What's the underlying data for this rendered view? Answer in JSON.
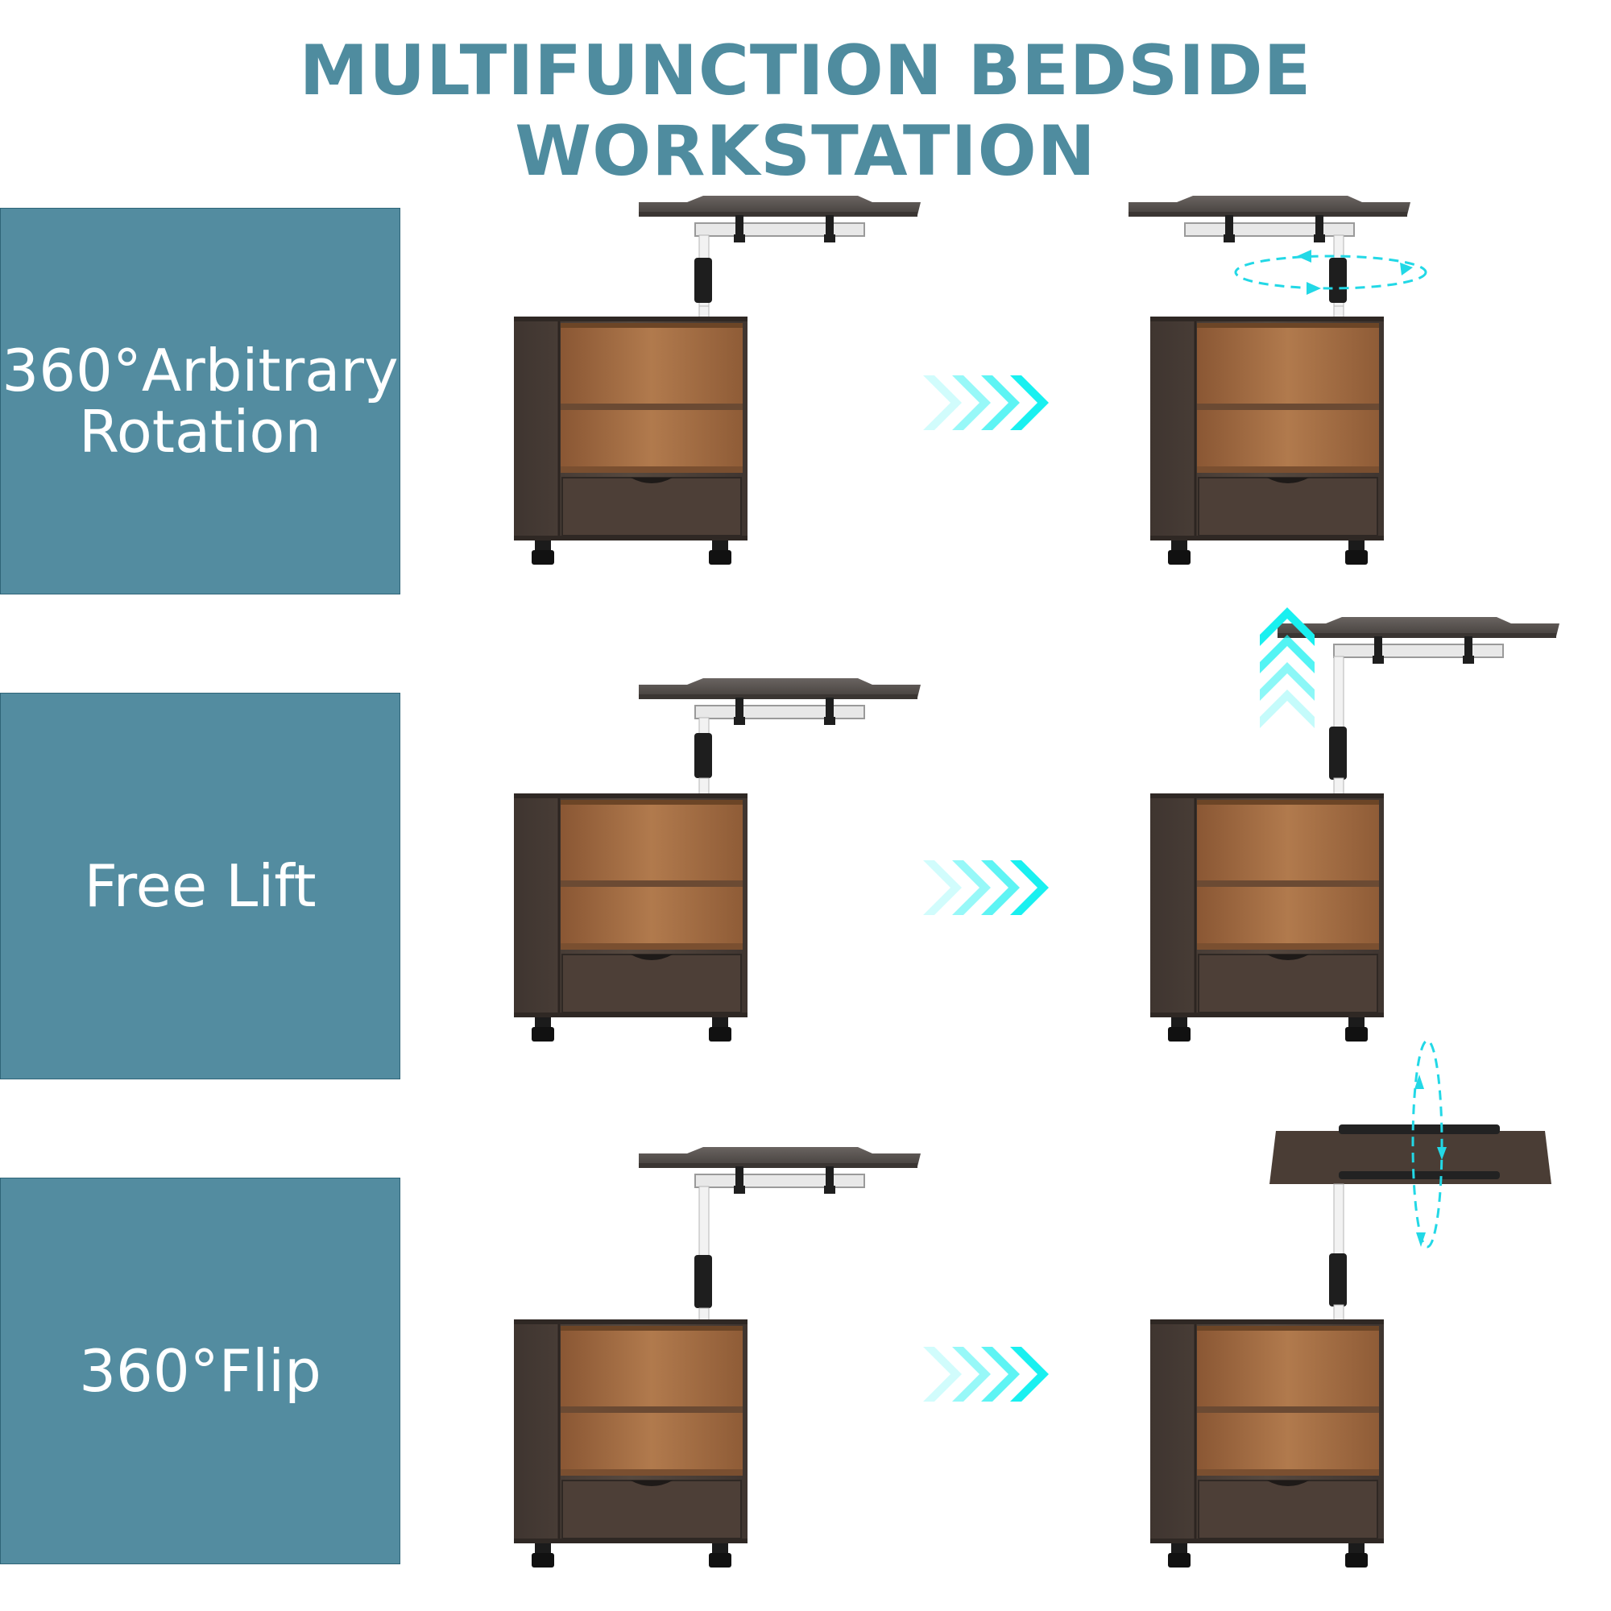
{
  "title": "MULTIFUNCTION BEDSIDE WORKSTATION",
  "colors": {
    "title": "#4f8c9f",
    "label_bg": "#538ca0",
    "label_text": "#ffffff",
    "arrow": "#19f0f0",
    "motion": "#22d8e6",
    "wood_dark": "#4a3d35",
    "wood_light": "#a56e44",
    "desktop": "#575350",
    "bracket": "#1e1e1e",
    "pole": "#f2f2f2"
  },
  "features": [
    {
      "lines": [
        "360°Arbitrary",
        "Rotation"
      ],
      "motion_icon": "rotate-horizontal-icon"
    },
    {
      "lines": [
        "Free Lift"
      ],
      "motion_icon": "lift-up-arrows-icon"
    },
    {
      "lines": [
        "360°Flip"
      ],
      "motion_icon": "flip-vertical-icon"
    }
  ],
  "transition_icon": "chevrons-right-icon"
}
